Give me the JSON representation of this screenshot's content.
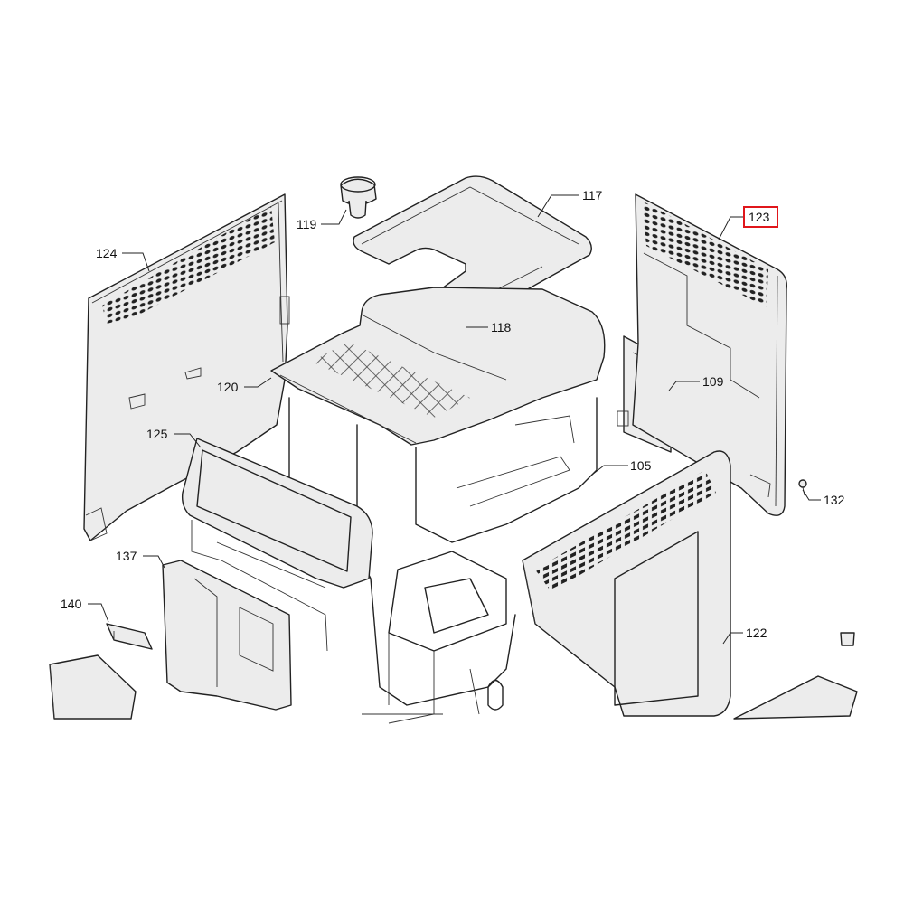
{
  "callouts": {
    "c117": "117",
    "c123": "123",
    "c119": "119",
    "c124": "124",
    "c118": "118",
    "c120": "120",
    "c109": "109",
    "c125": "125",
    "c105": "105",
    "c132": "132",
    "c137": "137",
    "c140": "140",
    "c122": "122"
  },
  "highlight": {
    "callout": "123",
    "color": "#e0161b"
  }
}
